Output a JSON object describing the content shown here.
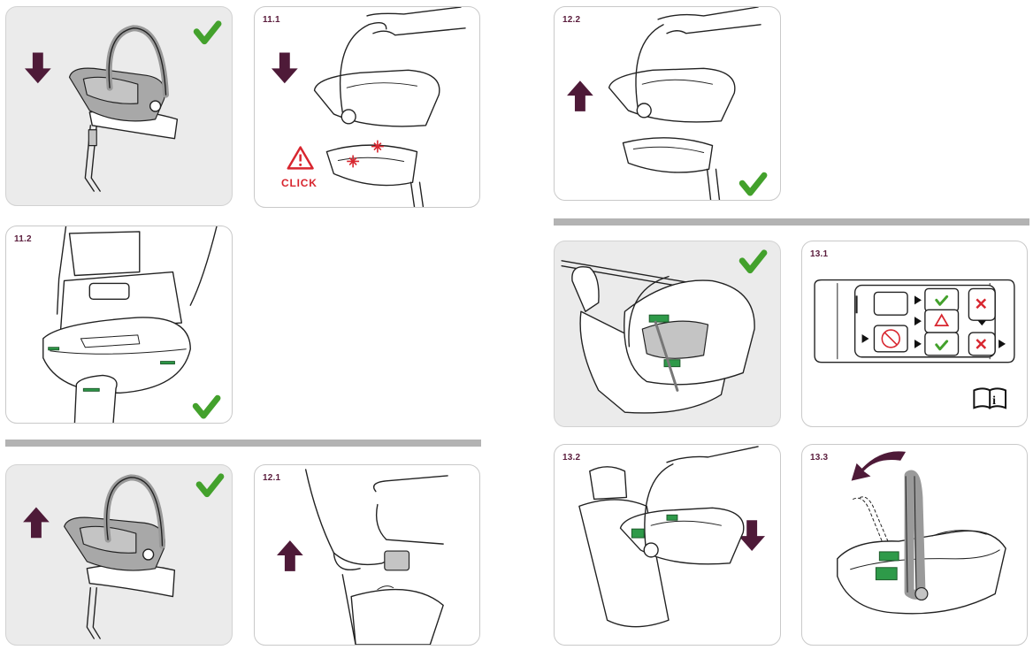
{
  "steps": {
    "p2": "11.1",
    "p3": "11.2",
    "p5": "12.1",
    "p6": "12.2",
    "p8": "13.1",
    "p9": "13.2",
    "p10": "13.3"
  },
  "click_label": "CLICK",
  "colors": {
    "check": "#43a12c",
    "arrow": "#4e1a38",
    "click": "#d8262f",
    "step_number": "#5a1c3c",
    "indicator_green": "#2e9a49",
    "divider": "#b3b3b3"
  },
  "icons": [
    "down-arrow-icon",
    "up-arrow-icon",
    "checkmark-icon",
    "warning-triangle-icon",
    "manual-book-icon",
    "curved-arrow-icon"
  ]
}
